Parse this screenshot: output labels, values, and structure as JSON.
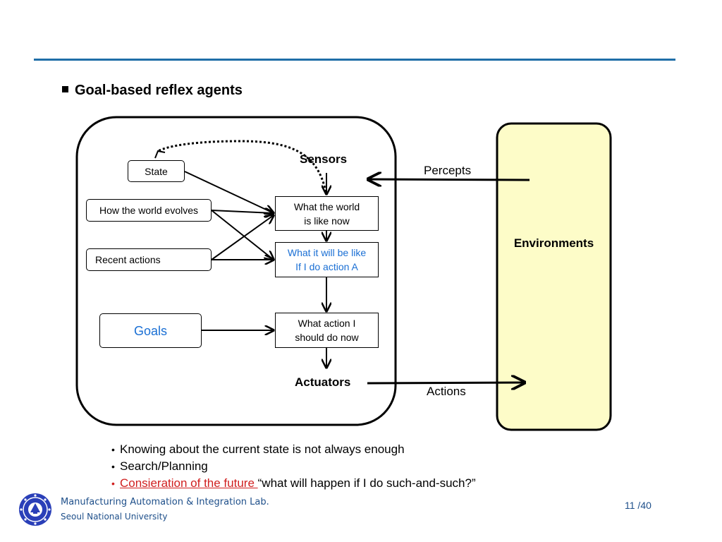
{
  "slide": {
    "heading": "Goal-based reflex agents",
    "page_number": "11 /40"
  },
  "diagram": {
    "agent": {
      "sensors": "Sensors",
      "actuators": "Actuators",
      "inputs": {
        "state": "State",
        "world_evolves": "How the world evolves",
        "recent_actions": "Recent actions",
        "goals": "Goals"
      },
      "pipeline": {
        "world_now_l1": "What the world",
        "world_now_l2": "is like now",
        "future_l1": "What it will be like",
        "future_l2": "If I do action A",
        "action_l1": "What action I",
        "action_l2": "should do now"
      }
    },
    "environment": {
      "label": "Environments",
      "fill": "#fdfcc8"
    },
    "flows": {
      "percepts": "Percepts",
      "actions": "Actions"
    },
    "colors": {
      "highlight_blue": "#1a6fd4",
      "environment_fill": "#fdfcc8"
    }
  },
  "bullets": {
    "items": [
      "Knowing about the current state is not always enough",
      "Search/Planning"
    ],
    "last_red": "Consieration of the future ",
    "last_rest": "“what will happen if I do such-and-such?”",
    "accent_red": "#d01f1f"
  },
  "footer": {
    "lab_line": "Manufacturing Automation & Integration Lab.",
    "university": "Seoul National University"
  }
}
